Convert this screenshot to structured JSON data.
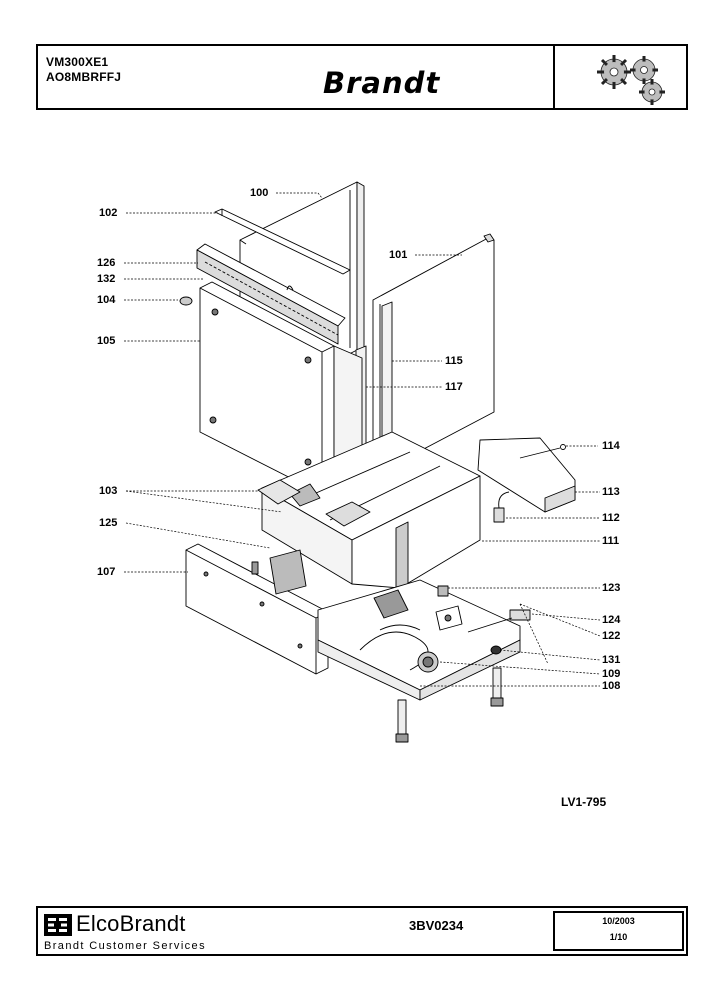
{
  "header": {
    "model_line_1": "VM300XE1",
    "model_line_2": "AO8MBRFFJ",
    "brand": "Brandt",
    "logo_icon": "gears-icon"
  },
  "callouts": [
    {
      "number": "100",
      "side": "left"
    },
    {
      "number": "102",
      "side": "left"
    },
    {
      "number": "101",
      "side": "left"
    },
    {
      "number": "126",
      "side": "left"
    },
    {
      "number": "132",
      "side": "left"
    },
    {
      "number": "104",
      "side": "left"
    },
    {
      "number": "105",
      "side": "left"
    },
    {
      "number": "115",
      "side": "right"
    },
    {
      "number": "117",
      "side": "right"
    },
    {
      "number": "114",
      "side": "right"
    },
    {
      "number": "103",
      "side": "left"
    },
    {
      "number": "113",
      "side": "right"
    },
    {
      "number": "112",
      "side": "right"
    },
    {
      "number": "125",
      "side": "left"
    },
    {
      "number": "111",
      "side": "right"
    },
    {
      "number": "107",
      "side": "left"
    },
    {
      "number": "123",
      "side": "right"
    },
    {
      "number": "124",
      "side": "right"
    },
    {
      "number": "122",
      "side": "right"
    },
    {
      "number": "131",
      "side": "right"
    },
    {
      "number": "109",
      "side": "right"
    },
    {
      "number": "108",
      "side": "right"
    }
  ],
  "drawing_ref": "LV1-795",
  "footer": {
    "company": "ElcoBrandt",
    "service": "Brandt Customer Services",
    "doc_number": "3BV0234",
    "date": "10/2003",
    "page": "1/10",
    "logo_icon": "elcobrandt-logo-icon"
  }
}
